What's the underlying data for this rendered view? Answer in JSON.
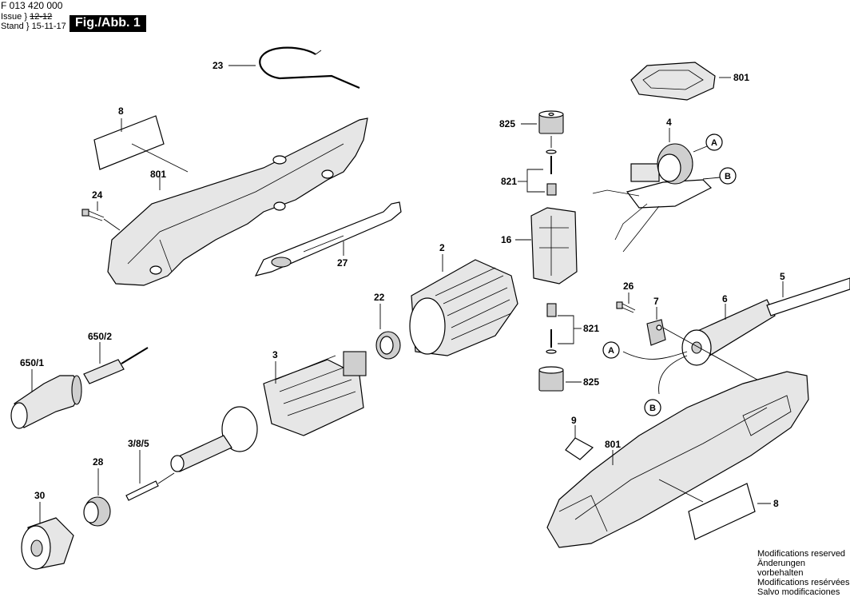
{
  "header": {
    "document_number": "F 013 420 000",
    "issue_label": "Issue",
    "issue_value": "12-12",
    "stand_label": "Stand",
    "stand_value": "15-11-17",
    "figure_label": "Fig./Abb. 1"
  },
  "footer": {
    "notes": [
      "Modifications reserved",
      "Änderungen vorbehalten",
      "Modifications resérvées",
      "Salvo modificaciones"
    ]
  },
  "callouts": {
    "p23": "23",
    "p801_top_right": "801",
    "p8_left": "8",
    "p801_left_housing": "801",
    "p24": "24",
    "p27": "27",
    "p825_top": "825",
    "p821_top": "821",
    "p4": "4",
    "p16": "16",
    "p2": "2",
    "p22": "22",
    "p650_2": "650/2",
    "p650_1": "650/1",
    "p3": "3",
    "p26": "26",
    "p7": "7",
    "p6": "6",
    "p5": "5",
    "p821_bottom": "821",
    "p825_bottom": "825",
    "p9": "9",
    "p801_right_housing": "801",
    "p3_8_5": "3/8/5",
    "p28": "28",
    "p30": "30",
    "p8_right": "8"
  },
  "connectors": {
    "a_switch": "A",
    "b_switch": "B",
    "a_cable": "A",
    "b_cable": "B"
  }
}
